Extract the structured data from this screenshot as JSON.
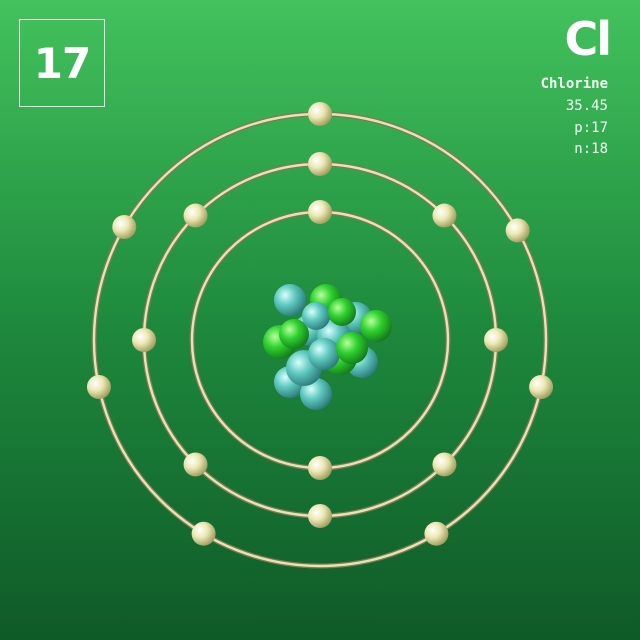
{
  "element": {
    "atomic_number": "17",
    "symbol": "Cl",
    "name": "Chlorine",
    "atomic_mass": "35.45",
    "protons": "p:17",
    "neutrons": "n:18"
  },
  "shells": [
    {
      "electrons": 2
    },
    {
      "electrons": 8
    },
    {
      "electrons": 7
    }
  ],
  "colors": {
    "background_top": "#43c25d",
    "background_bottom": "#0f5a28",
    "orbit": "#e8e2b8",
    "electron": "#ece8b4",
    "proton": "#2fd12f",
    "neutron": "#5fc9c0"
  }
}
